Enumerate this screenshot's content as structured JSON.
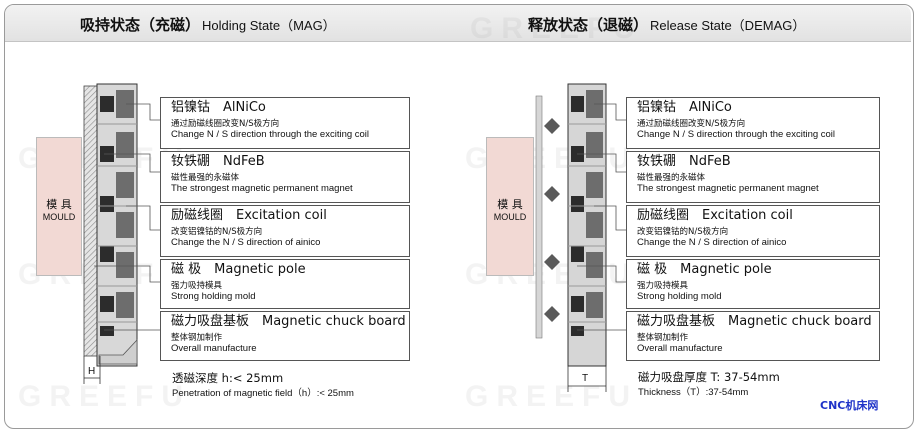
{
  "left": {
    "title_cn": "吸持状态（充磁）",
    "title_en": "Holding State（MAG）",
    "mould": {
      "cn": "模 具",
      "en": "MOULD"
    },
    "depth_note_cn": "透磁深度 h:< 25mm",
    "depth_note_en": "Penetration of magnetic field（h）:< 25mm",
    "dim_label": "H"
  },
  "right": {
    "title_cn": "释放状态（退磁）",
    "title_en": "Release State（DEMAG）",
    "mould": {
      "cn": "模 具",
      "en": "MOULD"
    },
    "thick_note_cn": "磁力吸盘厚度 T: 37-54mm",
    "thick_note_en": "Thickness（T）:37-54mm",
    "dim_label": "T"
  },
  "components": [
    {
      "name": "铝镍钴　AlNiCo",
      "sub_cn": "通过励磁线圈改变N/S极方向",
      "sub_en": "Change N / S direction through the exciting coil"
    },
    {
      "name": "钕铁硼　NdFeB",
      "sub_cn": "磁性最强的永磁体",
      "sub_en": "The strongest magnetic permanent magnet"
    },
    {
      "name": "励磁线圈　Excitation coil",
      "sub_cn": "改变铝镍钴的N/S极方向",
      "sub_en": "Change the N / S direction of ainico"
    },
    {
      "name": "磁 极　Magnetic pole",
      "sub_cn": "强力吸持模具",
      "sub_en": "Strong holding mold"
    },
    {
      "name": "磁力吸盘基板　Magnetic chuck board",
      "sub_cn": "整体钢加制作",
      "sub_en": "Overall manufacture"
    }
  ],
  "watermark": "GREEFU",
  "credit": "CNC机床网"
}
